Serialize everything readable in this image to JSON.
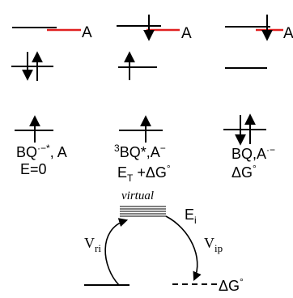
{
  "columns": [
    {
      "acceptor_level_label": "A",
      "state_label_line1_main": "BQ",
      "state_label_line1_sup": "·−*",
      "state_label_line1_rest": ", A",
      "state_label_line2": "E=0"
    },
    {
      "acceptor_level_label": "A",
      "state_label_line1_sup_pre": "3",
      "state_label_line1_main": "BQ*,A",
      "state_label_line1_sup": "−",
      "energy_main": "E",
      "energy_sub": "T",
      "energy_rest": " +ΔG",
      "energy_sup": "°"
    },
    {
      "acceptor_level_label": "A",
      "state_label_line1_main": "BQ,A",
      "state_label_line1_sup": "·−",
      "energy_main": "ΔG",
      "energy_sup": "°"
    }
  ],
  "bottom": {
    "virtual_label": "virtual",
    "intermediate_main": "E",
    "intermediate_sub": "i",
    "coupling_left_main": "V",
    "coupling_left_sub": "ri",
    "coupling_right_main": "V",
    "coupling_right_sub": "ip",
    "final_level_main": "ΔG",
    "final_level_sup": "°"
  },
  "colors": {
    "ink": "#000000",
    "acceptor": "#e02020",
    "stack": "#888888"
  }
}
